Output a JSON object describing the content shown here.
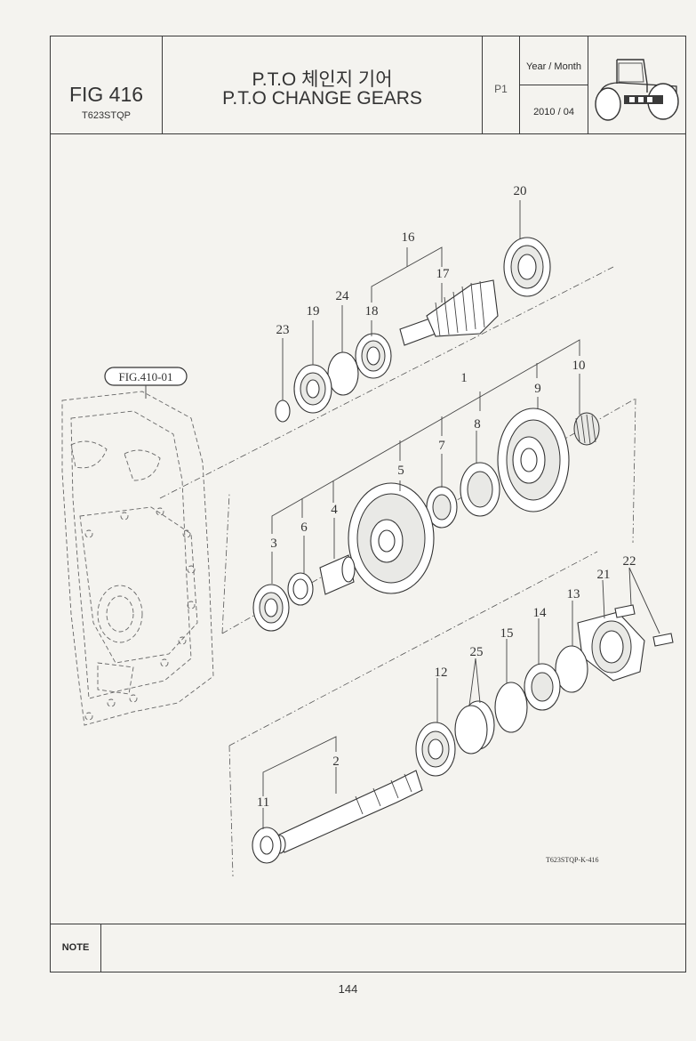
{
  "header": {
    "fig_number": "FIG 416",
    "model_code": "T623STQP",
    "title_korean": "P.T.O 체인지 기어",
    "title_english": "P.T.O CHANGE GEARS",
    "page_code": "P1",
    "year_month_label": "Year / Month",
    "year_month_value": "2010 / 04",
    "vehicle_icon": "tractor-icon"
  },
  "diagram": {
    "reference_label": "FIG.410-01",
    "drawing_code": "T623STQP-K-416",
    "callouts": [
      "1",
      "2",
      "3",
      "4",
      "5",
      "6",
      "7",
      "8",
      "9",
      "10",
      "11",
      "12",
      "13",
      "14",
      "15",
      "16",
      "17",
      "18",
      "19",
      "20",
      "21",
      "22",
      "23",
      "24",
      "25"
    ]
  },
  "note": {
    "label": "NOTE",
    "content": ""
  },
  "footer": {
    "page_number": "144"
  }
}
